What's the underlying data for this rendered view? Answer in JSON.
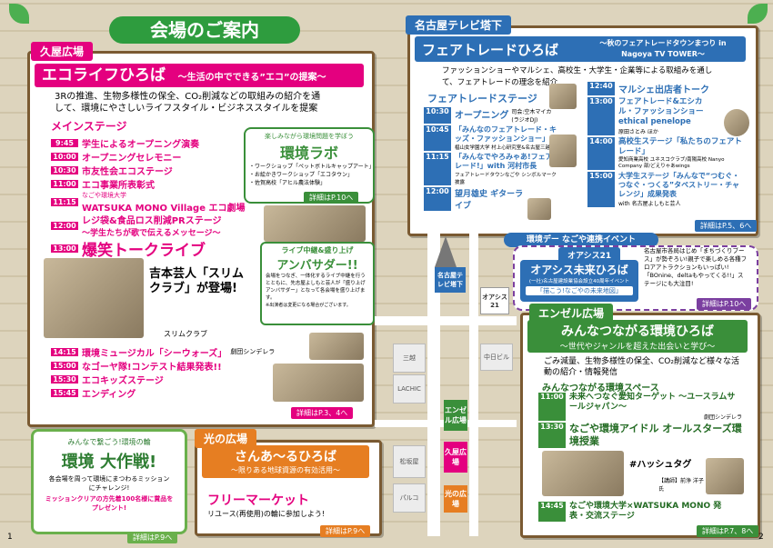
{
  "page_title": "会場のご案内",
  "page_numbers": [
    "1",
    "2"
  ],
  "kuya": {
    "tag": "久屋広場",
    "title": "エコライフひろば",
    "subtitle": "～生活の中でできる”エコ”の提案～",
    "desc": "3Rの推進、生物多様性の保全、CO₂削減などの取組みの紹介を通して、環境にやさしいライフスタイル・ビジネススタイルを提案",
    "stage": "メインステージ",
    "program": [
      {
        "time": "9:45",
        "title": "学生によるオープニング演奏"
      },
      {
        "time": "10:00",
        "title": "オープニングセレモニー"
      },
      {
        "time": "10:30",
        "title": "市友性会エコステージ"
      },
      {
        "time": "11:00",
        "title": "エコ事業所表彰式"
      },
      {
        "time": "11:15",
        "title": "WATSUKA MONO Village エコ劇場",
        "pre": "なごや環境大学"
      },
      {
        "time": "12:00",
        "title": "レジ袋&食品ロス削減PRステージ",
        "sub": "～学生たちが歌で伝えるメッセージ～"
      },
      {
        "time": "13:00",
        "title": "爆笑トークライブ"
      }
    ],
    "guest": "吉本芸人「スリムクラブ」が登場!",
    "guest_label": "スリムクラブ",
    "program2": [
      {
        "time": "14:15",
        "title": "環境ミュージカル「シーウォーズ」",
        "note": "劇団シンデレラ"
      },
      {
        "time": "15:00",
        "title": "なゴーヤ隊!コンテスト結果発表!!"
      },
      {
        "time": "15:30",
        "title": "エコキッズステージ"
      },
      {
        "time": "15:45",
        "title": "エンディング"
      }
    ],
    "detail": "詳細はP.3、4へ"
  },
  "labo": {
    "lead": "楽しみながら環境問題を学ぼう",
    "title": "環境ラボ",
    "items": [
      "・ワークショップ「ペットボトルキャップアート」",
      "・お絵かきワークショップ「エコタウン」",
      "・佐賀高校「アヒル農法体験」"
    ],
    "detail": "詳細はP.10へ"
  },
  "amb": {
    "lead": "ライブ中継&盛り上げ",
    "title": "アンバサダー!!",
    "desc": "会場をつなぎ、一体化するライブ中継を行うとともに、先志屋よしもと芸人が「盛り上げアンバサダー」となって各会場を盛り上げます。",
    "note": "※出演者は変更になる場合がございます。"
  },
  "mission": {
    "lead": "みんなで繋ごう!環境の輪",
    "title": "環境 大作戦!",
    "desc": "各会場を周って環境にまつわるミッションにチャレンジ!",
    "prize": "ミッションクリアの方先着100名様に賞品をプレゼント!",
    "detail": "詳細はP.9へ"
  },
  "hikari": {
    "tag": "光の広場",
    "title": "さんあ～るひろば",
    "subtitle": "～限りある地球資源の有効活用～",
    "market": "フリーマーケット",
    "market_sub": "リユース(再使用)の輪に参加しよう!",
    "detail": "詳細はP.9へ"
  },
  "tower": {
    "tag": "名古屋テレビ塔下",
    "title": "フェアトレードひろば",
    "subtitle": "～秋のフェアトレードタウンまつり in Nagoya TV TOWER～",
    "desc": "ファッションショーやマルシェ、高校生・大学生・企業等による取組みを通して、フェアトレードの理念を紹介",
    "stage": "フェアトレードステージ",
    "left": [
      {
        "time": "10:30",
        "title": "オープニング",
        "note": "司会:空木マイカ(ラジオDJ)"
      },
      {
        "time": "10:45",
        "title": "「みんなのフェアトレード・キッズ・ファッションショー」",
        "note": "椙山女学園大学 村上心研究室&名古屋三越"
      },
      {
        "time": "11:15",
        "title": "「みんなでやろみゃあ!フェアトレード!」with 河村市長",
        "note": "フェアトレードタウンなごや シンボルマーク披露"
      },
      {
        "time": "12:00",
        "title": "望月雄史 ギターライブ"
      }
    ],
    "right": [
      {
        "time": "12:40",
        "title": "マルシェ出店者トーク"
      },
      {
        "time": "13:00",
        "title": "フェアトレード&エシカル・ファッションショー ethical penelope",
        "note": "原田さとみ ほか"
      },
      {
        "time": "14:00",
        "title": "高校生ステージ「私たちのフェアトレード」",
        "note": "愛知商業高校 ユネスコクラブ/南陽高校 Nanyo Company 部/どえりゃあwings"
      },
      {
        "time": "15:00",
        "title": "大学生ステージ「みんなで“つむぐ・つなぐ・つくる”タペストリー・チャレンジ」成果発表",
        "note": "with 名古屋よしもと芸人"
      }
    ],
    "detail": "詳細はP.5、6へ"
  },
  "oasis": {
    "banner": "環境デー なごや連携イベント",
    "tag": "オアシス21",
    "title": "オアシス未来ひろば",
    "desc": "(一社)名古屋建設業協会設立40周年イベント",
    "theme": "「描こう!なごやの未来地図」",
    "side": "名古屋市各局はじめ「まちづくりブース」が勢ぞろい!親子で楽しめる各種フロアアトラクションもいっぱい!「BOnine、deltaもやってくる!!」ステージにも大注目!",
    "detail": "詳細はP.10へ"
  },
  "angel": {
    "tag": "エンゼル広場",
    "title": "みんなつながる環境ひろば",
    "subtitle": "～世代やジャンルを超えた出会いと学び～",
    "desc": "ごみ減量、生物多様性の保全、CO₂削減など様々な活動の紹介・情報発信",
    "stage": "みんなつながる環境スペース",
    "program": [
      {
        "time": "11:00",
        "title": "未来へつなぐ愛知ターゲット ～ユースラムサールジャパン～",
        "note": "劇団シンデレラ"
      },
      {
        "time": "13:30",
        "title": "なごや環境アイドル オールスターズ環境授業"
      }
    ],
    "hashtag": "#ハッシュタグ",
    "teacher": "【講師】前浄 洋子 氏",
    "last": {
      "time": "14:45",
      "title": "なごや環境大学×WATSUKA MONO 発表・交流ステージ"
    },
    "detail": "詳細はP.7、8へ"
  },
  "map": {
    "tower_label": "名古屋テレビ塔下",
    "oasis_label": "オアシス21",
    "blocks": [
      "三越",
      "LACHIC",
      "中日ビル",
      "松坂屋",
      "パルコ"
    ],
    "green": [
      "エンゼル広場",
      "久屋広場",
      "光の広場"
    ]
  },
  "colors": {
    "pink": "#e4007f",
    "blue": "#2d6fb5",
    "green": "#3a8f3a",
    "orange": "#e67e22",
    "wood": "#7a5a32"
  }
}
